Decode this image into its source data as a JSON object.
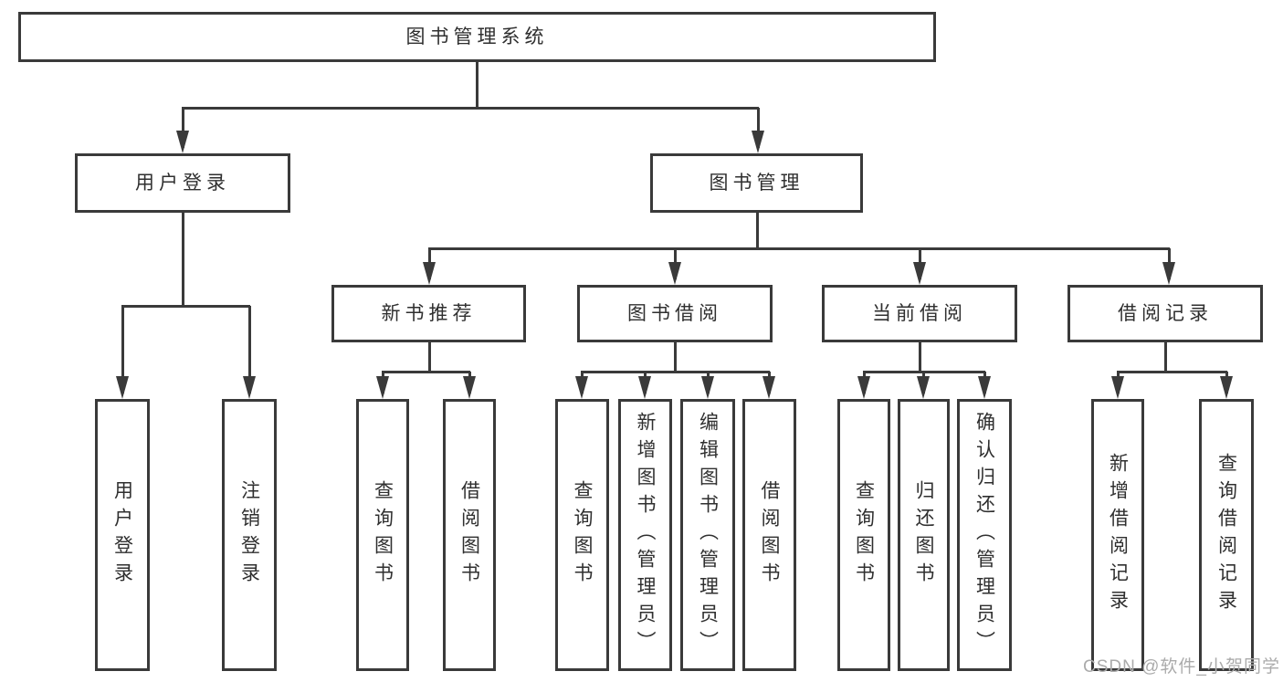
{
  "diagram_type": "hierarchy-tree",
  "colors": {
    "line": "#3a3a3a",
    "text": "#2f2f2f",
    "background": "#ffffff",
    "watermark": "#ababab"
  },
  "tree": {
    "label": "图书管理系统",
    "children": [
      {
        "label": "用户登录",
        "children": [
          {
            "label": "用户登录"
          },
          {
            "label": "注销登录"
          }
        ]
      },
      {
        "label": "图书管理",
        "children": [
          {
            "label": "新书推荐",
            "children": [
              {
                "label": "查询图书"
              },
              {
                "label": "借阅图书"
              }
            ]
          },
          {
            "label": "图书借阅",
            "children": [
              {
                "label": "查询图书"
              },
              {
                "label": "新增图书（管理员）"
              },
              {
                "label": "编辑图书（管理员）"
              },
              {
                "label": "借阅图书"
              }
            ]
          },
          {
            "label": "当前借阅",
            "children": [
              {
                "label": "查询图书"
              },
              {
                "label": "归还图书"
              },
              {
                "label": "确认归还（管理员）"
              }
            ]
          },
          {
            "label": "借阅记录",
            "children": [
              {
                "label": "新增借阅记录"
              },
              {
                "label": "查询借阅记录"
              }
            ]
          }
        ]
      }
    ]
  },
  "watermark": {
    "text": "CSDN @软件_小贺同学"
  }
}
